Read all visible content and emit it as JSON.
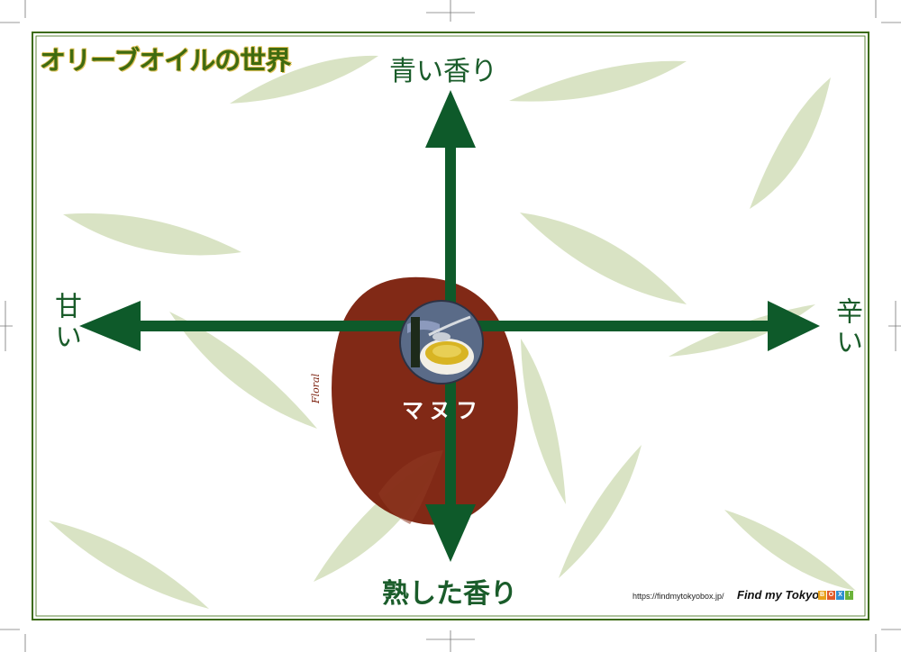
{
  "title": "オリーブオイルの世界",
  "axes": {
    "top": "青い香り",
    "bottom": "熟した香り",
    "left": "甘い",
    "right": "辛い"
  },
  "product": {
    "name": "マヌフ",
    "note": "Floral"
  },
  "footer": {
    "url": "https://findmytokyobox.jp/",
    "brand": "Find my Tokyo.",
    "box_letters": [
      "B",
      "O",
      "X",
      "!"
    ],
    "box_colors": [
      "#e8a21c",
      "#e05a2a",
      "#2f8fd0",
      "#6bb33a"
    ]
  },
  "colors": {
    "axis": "#0e5a2a",
    "blob": "#7a1d0a",
    "leaf": "#d9e3c4",
    "frame": "#3b6b10"
  }
}
